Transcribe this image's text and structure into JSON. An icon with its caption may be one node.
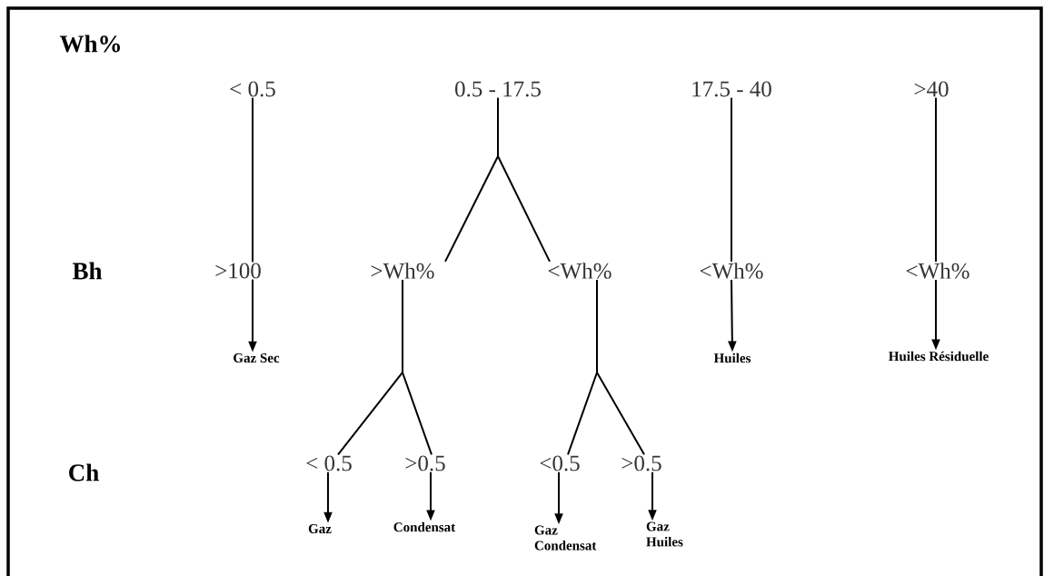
{
  "diagram": {
    "nodes": [
      {
        "text": [
          "< 0.5"
        ]
      },
      {
        "text": [
          "0.5 - 17.5"
        ]
      },
      {
        "text": [
          "17.5 - 40"
        ]
      },
      {
        "text": [
          ">40"
        ]
      },
      {
        "text": [
          ">100"
        ]
      },
      {
        "text": [
          ">Wh%"
        ]
      },
      {
        "text": [
          "<Wh%"
        ]
      },
      {
        "text": [
          "<Wh%"
        ]
      },
      {
        "text": [
          "<Wh%"
        ]
      },
      {
        "text": [
          "Gaz Sec"
        ]
      },
      {
        "text": [
          "Huiles"
        ]
      },
      {
        "text": [
          "Huiles Résiduelle"
        ]
      },
      {
        "text": [
          "< 0.5"
        ]
      },
      {
        "text": [
          ">0.5"
        ]
      },
      {
        "text": [
          "<0.5"
        ]
      },
      {
        "text": [
          ">0.5"
        ]
      },
      {
        "text": [
          "Gaz"
        ]
      },
      {
        "text": [
          "Condensat"
        ]
      },
      {
        "text": [
          "Gaz Condensat"
        ]
      },
      {
        "text": [
          "Gaz Huiles"
        ]
      }
    ],
    "edges": [
      {
        "from": 0,
        "to": 4,
        "arrow": "none"
      },
      {
        "from": 1,
        "to": 5,
        "arrow": "none"
      },
      {
        "from": 1,
        "to": 6,
        "arrow": "none"
      },
      {
        "from": 2,
        "to": 7,
        "arrow": "none"
      },
      {
        "from": 3,
        "to": 8,
        "arrow": "none"
      },
      {
        "from": 4,
        "to": 9,
        "arrow": "to"
      },
      {
        "from": 5,
        "to": 12,
        "arrow": "none"
      },
      {
        "from": 5,
        "to": 13,
        "arrow": "none"
      },
      {
        "from": 6,
        "to": 14,
        "arrow": "none"
      },
      {
        "from": 6,
        "to": 15,
        "arrow": "none"
      },
      {
        "from": 7,
        "to": 10,
        "arrow": "to"
      },
      {
        "from": 8,
        "to": 11,
        "arrow": "to"
      },
      {
        "from": 12,
        "to": 16,
        "arrow": "to"
      },
      {
        "from": 13,
        "to": 17,
        "arrow": "to"
      },
      {
        "from": 14,
        "to": 18,
        "arrow": "to"
      },
      {
        "from": 15,
        "to": 19,
        "arrow": "to"
      }
    ],
    "labels": [
      "Wh%",
      "Bh",
      "Ch"
    ]
  }
}
